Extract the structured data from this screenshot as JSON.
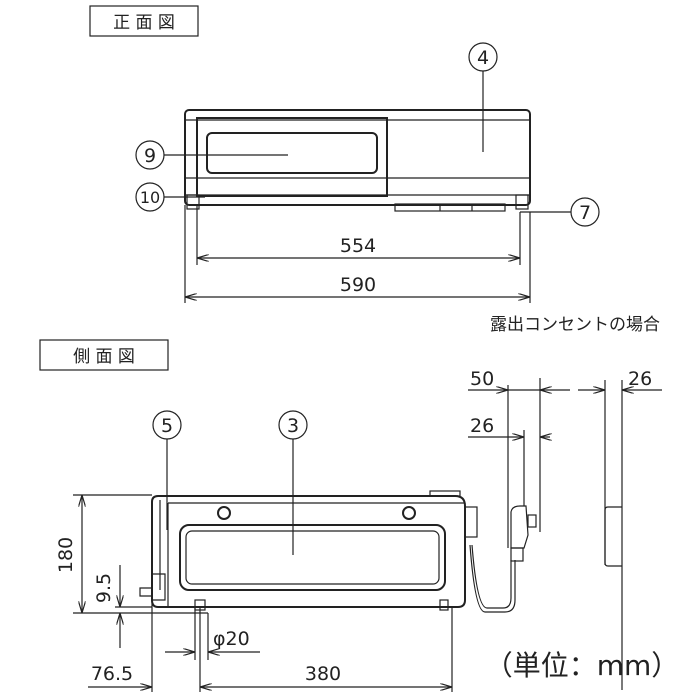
{
  "front_view": {
    "title": "正 面 図",
    "dim_inner": "554",
    "dim_outer": "590",
    "callouts": {
      "c4": "4",
      "c9": "9",
      "c10": "10",
      "c7": "7"
    }
  },
  "side_view": {
    "title": "側 面 図",
    "callouts": {
      "c5": "5",
      "c3": "3"
    },
    "dim_height": "180",
    "dim_foot": "9.5",
    "dim_diameter": "φ20",
    "dim_offset": "76.5",
    "dim_depth": "380"
  },
  "outlet": {
    "note": "露出コンセントの場合",
    "dim_50": "50",
    "dim_26a": "26",
    "dim_26b": "26"
  },
  "unit": "（単位：mm）"
}
